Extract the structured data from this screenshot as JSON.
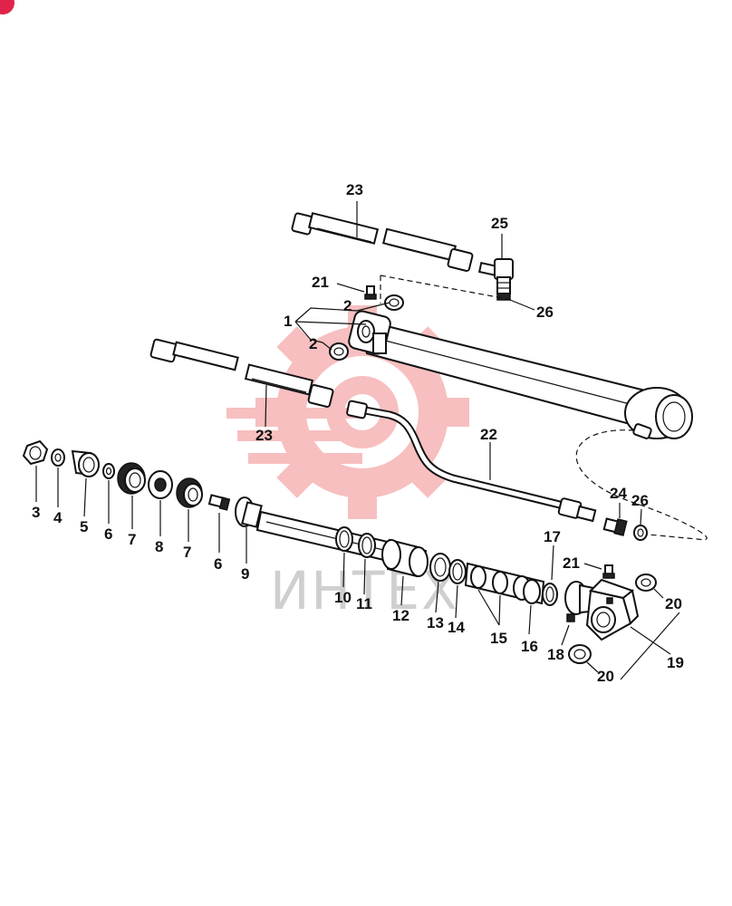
{
  "watermark": {
    "text": "ИНТЕХ",
    "color": "#e83a3a"
  },
  "accent_badge_color": "#e0234b",
  "callouts": [
    {
      "id": "c23a",
      "text": "23"
    },
    {
      "id": "c25",
      "text": "25"
    },
    {
      "id": "c21a",
      "text": "21"
    },
    {
      "id": "c2a",
      "text": "2"
    },
    {
      "id": "c1",
      "text": "1"
    },
    {
      "id": "c2b",
      "text": "2"
    },
    {
      "id": "c26a",
      "text": "26"
    },
    {
      "id": "c23b",
      "text": "23"
    },
    {
      "id": "c22",
      "text": "22"
    },
    {
      "id": "c3",
      "text": "3"
    },
    {
      "id": "c4",
      "text": "4"
    },
    {
      "id": "c5",
      "text": "5"
    },
    {
      "id": "c6a",
      "text": "6"
    },
    {
      "id": "c7a",
      "text": "7"
    },
    {
      "id": "c8",
      "text": "8"
    },
    {
      "id": "c7b",
      "text": "7"
    },
    {
      "id": "c6b",
      "text": "6"
    },
    {
      "id": "c9",
      "text": "9"
    },
    {
      "id": "c10",
      "text": "10"
    },
    {
      "id": "c11",
      "text": "11"
    },
    {
      "id": "c12",
      "text": "12"
    },
    {
      "id": "c13",
      "text": "13"
    },
    {
      "id": "c14",
      "text": "14"
    },
    {
      "id": "c15",
      "text": "15"
    },
    {
      "id": "c16",
      "text": "16"
    },
    {
      "id": "c17",
      "text": "17"
    },
    {
      "id": "c24",
      "text": "24"
    },
    {
      "id": "c26b",
      "text": "26"
    },
    {
      "id": "c21b",
      "text": "21"
    },
    {
      "id": "c20a",
      "text": "20"
    },
    {
      "id": "c18",
      "text": "18"
    },
    {
      "id": "c19",
      "text": "19"
    },
    {
      "id": "c20b",
      "text": "20"
    }
  ]
}
